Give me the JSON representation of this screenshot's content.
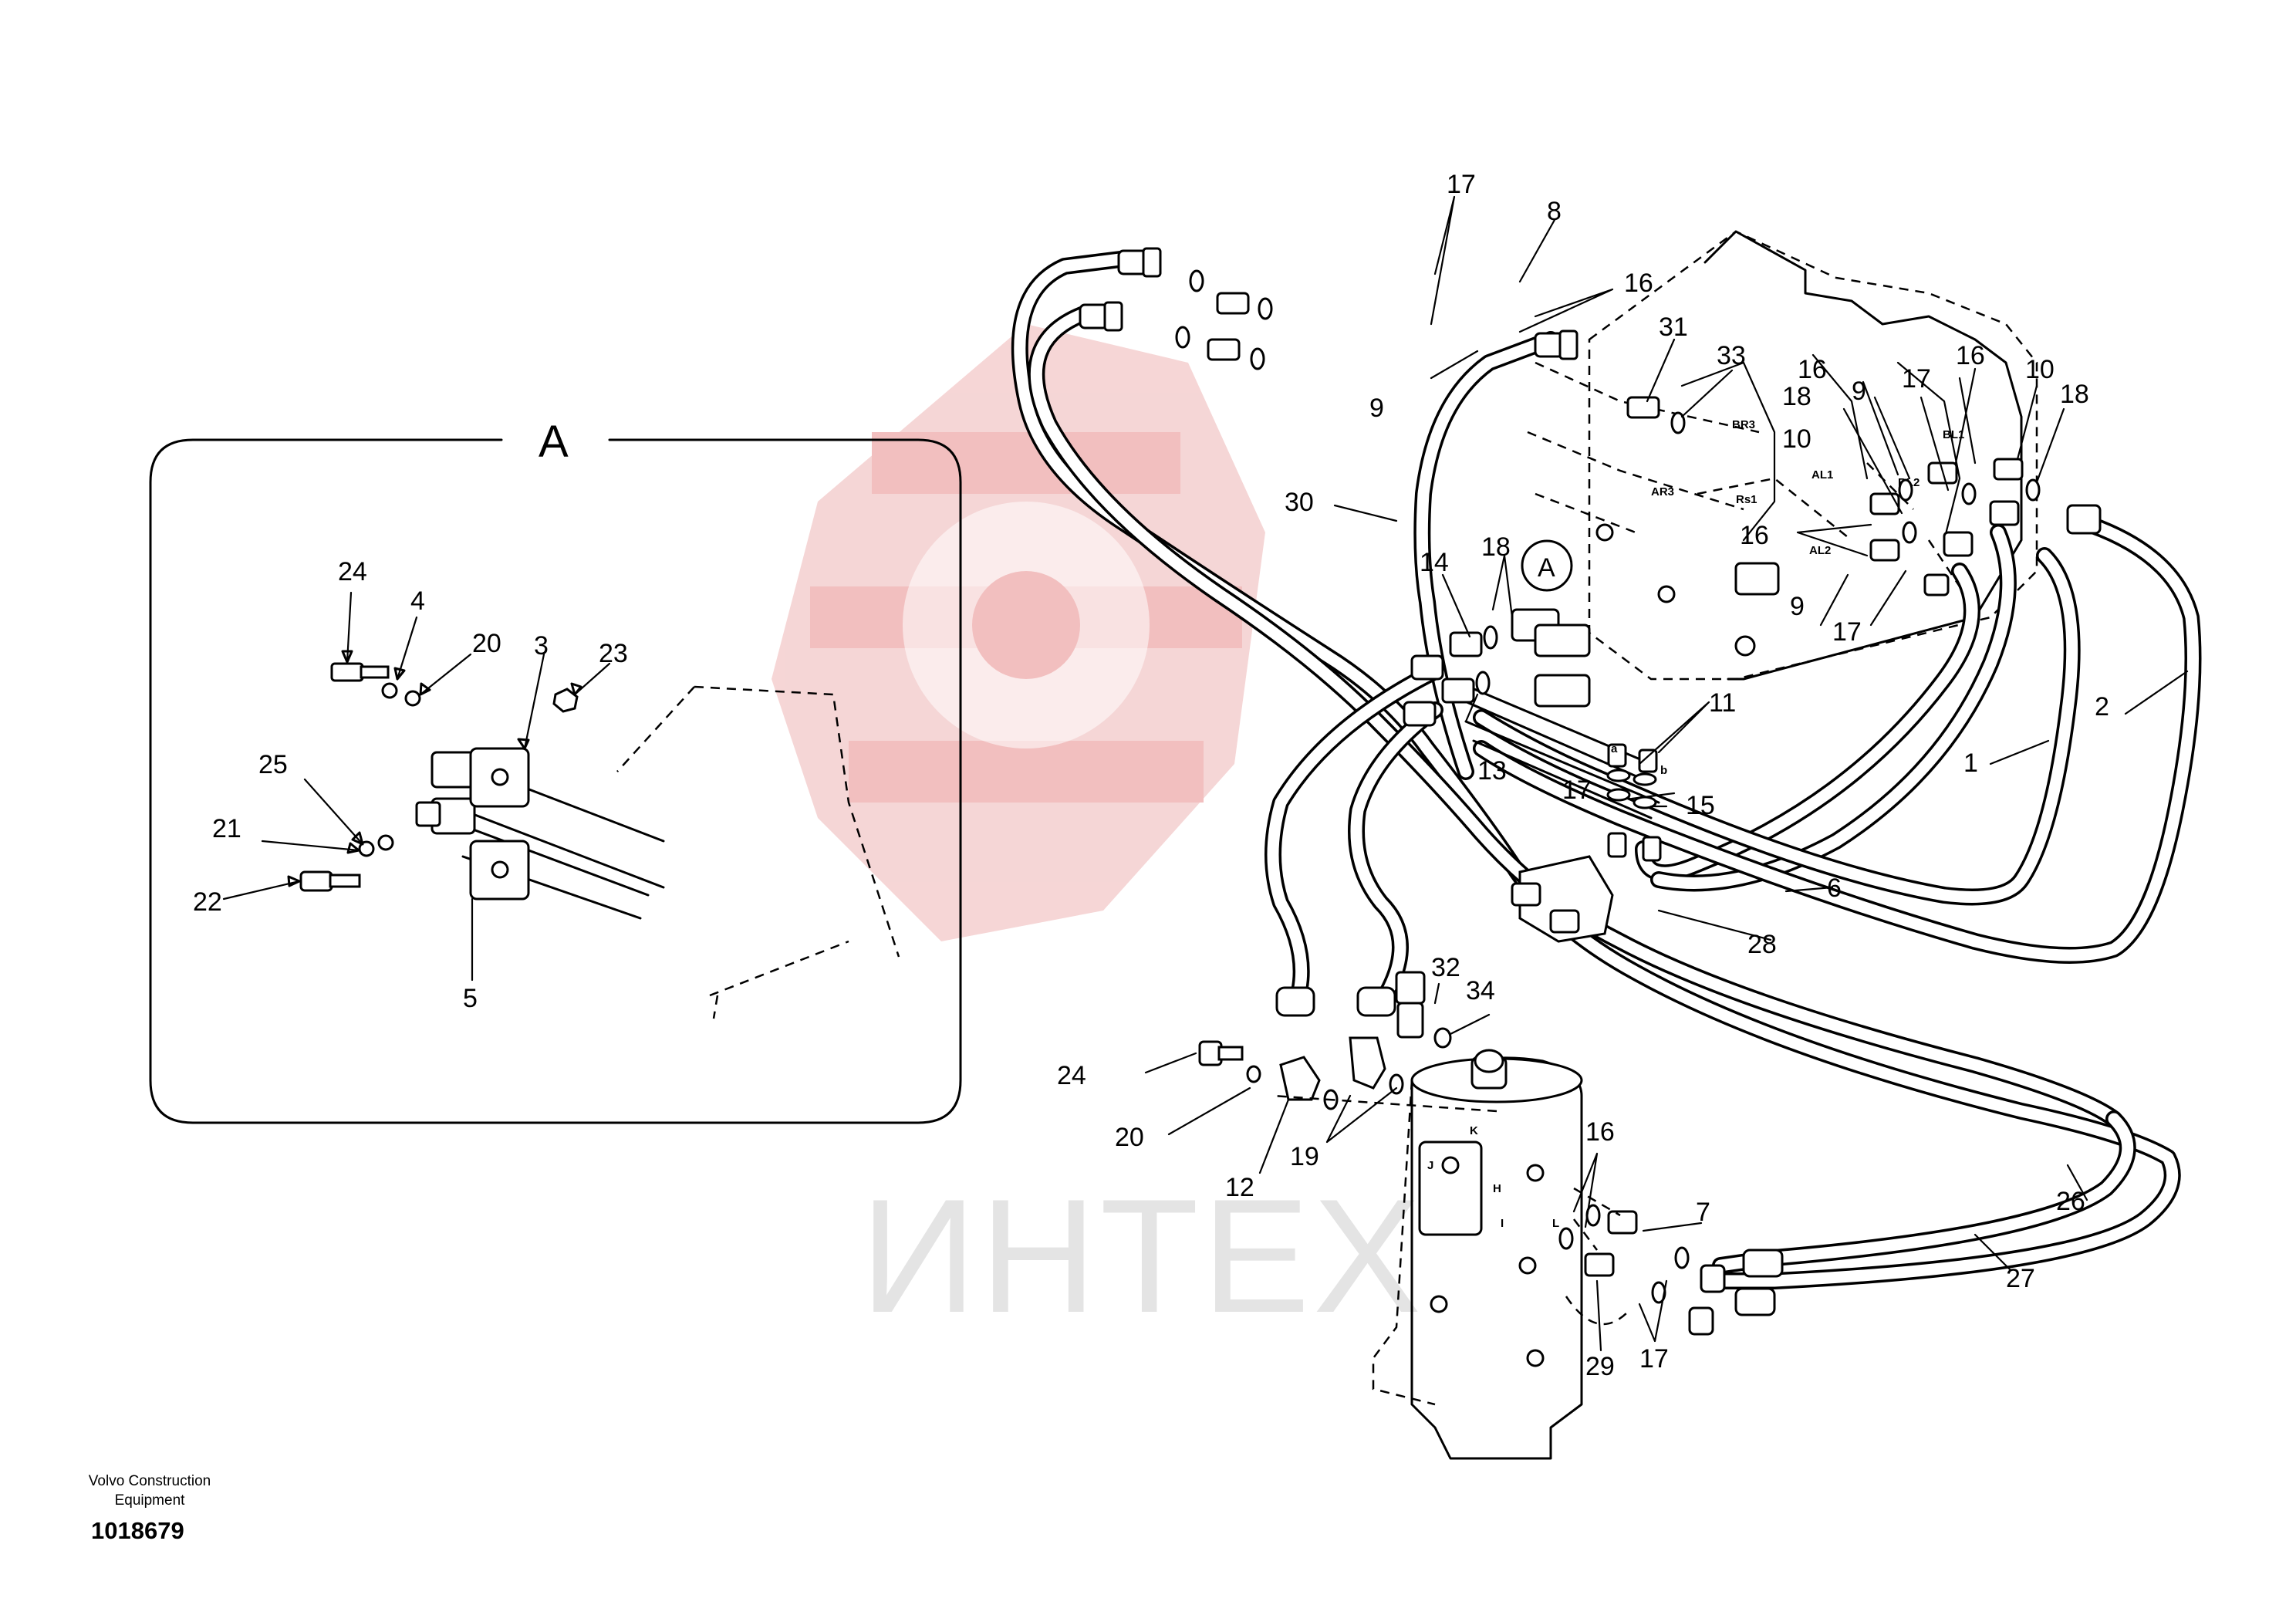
{
  "watermark": {
    "text": "ИНТЕХ",
    "color": "#f3c5c5"
  },
  "detail_view": {
    "title": "A",
    "callout_marker": "A"
  },
  "footer": {
    "company_line1": "Volvo Construction",
    "company_line2": "Equipment",
    "document_number": "1018679"
  },
  "callouts": {
    "inset": [
      "24",
      "4",
      "20",
      "3",
      "23",
      "25",
      "21",
      "22",
      "5"
    ],
    "main": [
      "17",
      "8",
      "16",
      "31",
      "33",
      "9",
      "30",
      "14",
      "18",
      "16",
      "18",
      "9",
      "17",
      "16",
      "10",
      "18",
      "10",
      "16",
      "9",
      "17",
      "11",
      "13",
      "17",
      "15",
      "2",
      "1",
      "6",
      "28",
      "32",
      "34",
      "24",
      "20",
      "12",
      "19",
      "16",
      "7",
      "26",
      "27",
      "29",
      "17"
    ]
  },
  "port_labels": [
    "BR3",
    "AR3",
    "Rs1",
    "BL1",
    "BL2",
    "AL1",
    "AL2",
    "a",
    "b",
    "K",
    "J",
    "H",
    "L",
    "I"
  ]
}
